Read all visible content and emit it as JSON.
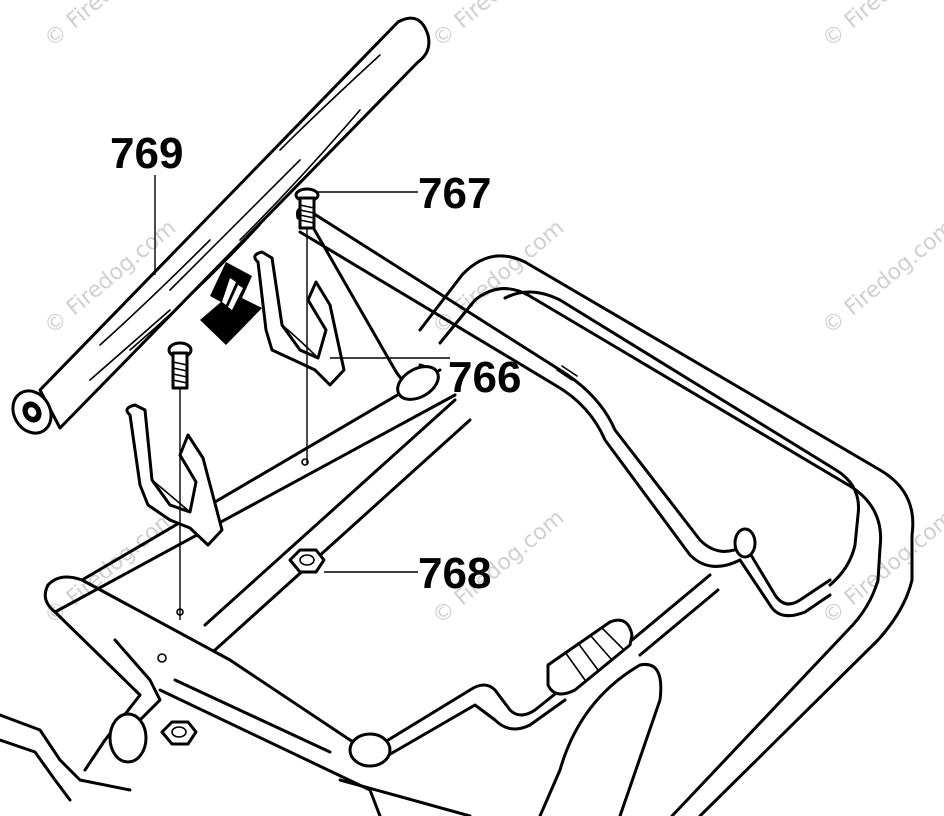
{
  "watermark": {
    "text": "© Firedog.com"
  },
  "parts": [
    {
      "id": "769",
      "label": "769",
      "name": "handle grip tube"
    },
    {
      "id": "767",
      "label": "767",
      "name": "carriage bolt upper"
    },
    {
      "id": "766",
      "label": "766",
      "name": "handle clip"
    },
    {
      "id": "768",
      "label": "768",
      "name": "hex nut"
    }
  ],
  "colors": {
    "line": "#000000",
    "background": "#ffffff",
    "watermark": "#d0d0d0"
  }
}
